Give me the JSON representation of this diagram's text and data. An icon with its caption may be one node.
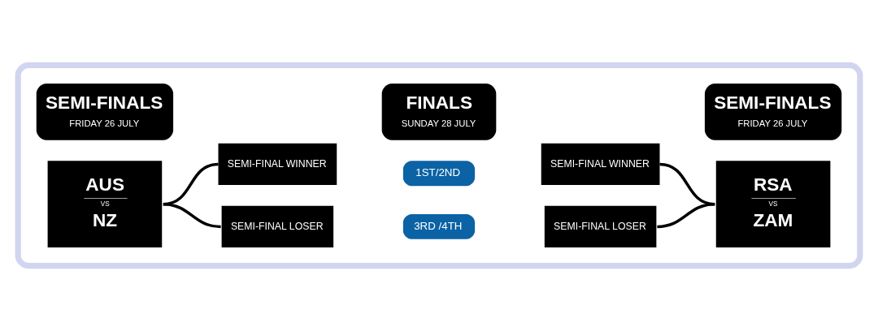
{
  "diagram": {
    "nodes": [
      {
        "text": [],
        "shape": "box"
      },
      {
        "text": [
          "SEMI-FINALS",
          "FRIDAY 26 JULY"
        ],
        "in": 0
      },
      {
        "text": [
          "FINALS",
          "SUNDAY 28 JULY"
        ],
        "in": 0
      },
      {
        "text": [
          "SEMI-FINALS",
          "FRIDAY 26 JULY"
        ],
        "in": 0
      },
      {
        "text": [
          "AUS",
          "VS",
          "NZ"
        ],
        "in": 0
      },
      {
        "text": [
          "SEMI-FINAL WINNER"
        ],
        "in": 0
      },
      {
        "text": [
          "1ST/2ND"
        ],
        "in": 0
      },
      {
        "text": [
          "SEMI-FINAL WINNER"
        ],
        "in": 0
      },
      {
        "text": [
          "RSA",
          "VS",
          "ZAM"
        ],
        "in": 0
      },
      {
        "text": [
          "SEMI-FINAL LOSER"
        ],
        "in": 0
      },
      {
        "text": [
          "3RD /4TH"
        ],
        "in": 0
      },
      {
        "text": [
          "SEMI-FINAL LOSER"
        ],
        "in": 0
      }
    ],
    "edges": [
      {
        "from": 4,
        "to": 5,
        "arrow": "none"
      },
      {
        "from": 4,
        "to": 9,
        "arrow": "none"
      },
      {
        "from": 7,
        "to": 8,
        "arrow": "none"
      },
      {
        "from": 11,
        "to": 8,
        "arrow": "none"
      }
    ]
  }
}
